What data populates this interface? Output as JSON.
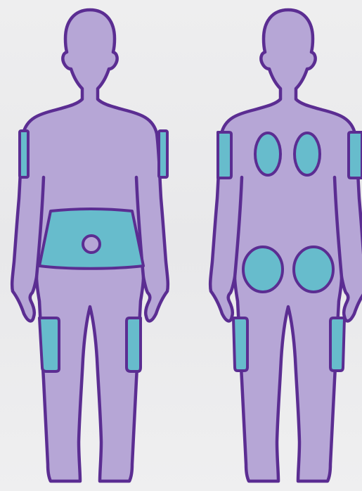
{
  "colors": {
    "background": "#ededee",
    "body_fill": "#b6a6d6",
    "outline": "#5b2d92",
    "site_fill": "#67bccc"
  },
  "figures": [
    {
      "name": "front",
      "injection_sites": [
        "left-upper-arm",
        "right-upper-arm",
        "abdomen",
        "left-thigh",
        "right-thigh"
      ],
      "icons": [
        "navel-icon"
      ]
    },
    {
      "name": "back",
      "injection_sites": [
        "left-upper-arm",
        "right-upper-arm",
        "left-upper-back",
        "right-upper-back",
        "left-buttock",
        "right-buttock",
        "left-thigh",
        "right-thigh"
      ]
    }
  ]
}
